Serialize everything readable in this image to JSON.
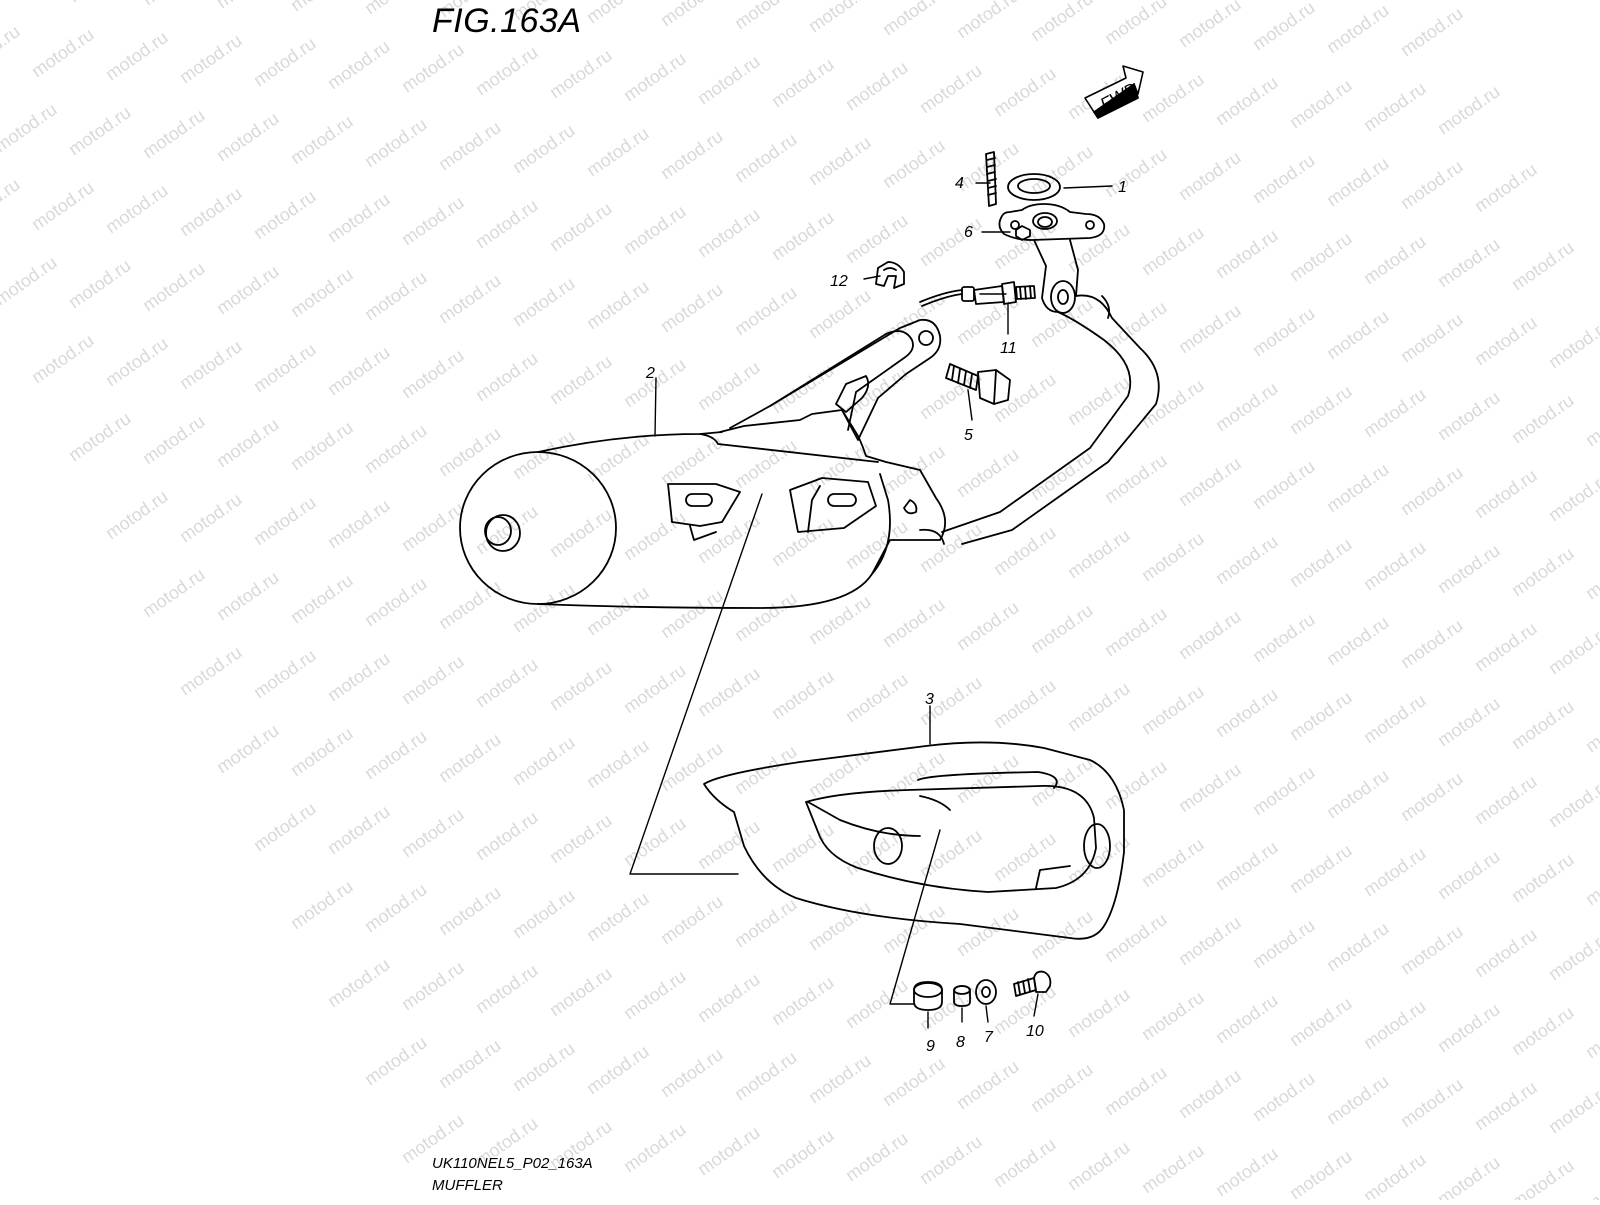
{
  "figure": {
    "title": "FIG.163A",
    "code": "UK110NEL5_P02_163A",
    "name": "MUFFLER",
    "direction_label": "FWD"
  },
  "watermark": {
    "text": "motod.ru",
    "color": "#d9d9d9"
  },
  "colors": {
    "line": "#000000",
    "background": "#ffffff"
  },
  "callouts": [
    "1",
    "2",
    "3",
    "4",
    "5",
    "6",
    "7",
    "8",
    "9",
    "10",
    "11",
    "12"
  ]
}
